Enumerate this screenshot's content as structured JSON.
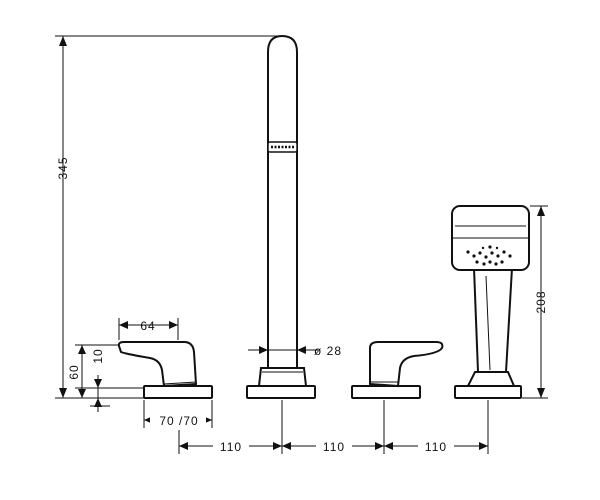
{
  "diagram": {
    "dimensions": {
      "total_height": "345",
      "handshower_height": "208",
      "handle_width": "64",
      "spout_diameter": "ø 28",
      "height_60": "60",
      "height_10": "10",
      "base_size": "70 /70",
      "spacing": [
        "110",
        "110",
        "110"
      ]
    }
  },
  "colors": {
    "line": "#111111",
    "background": "#ffffff"
  }
}
